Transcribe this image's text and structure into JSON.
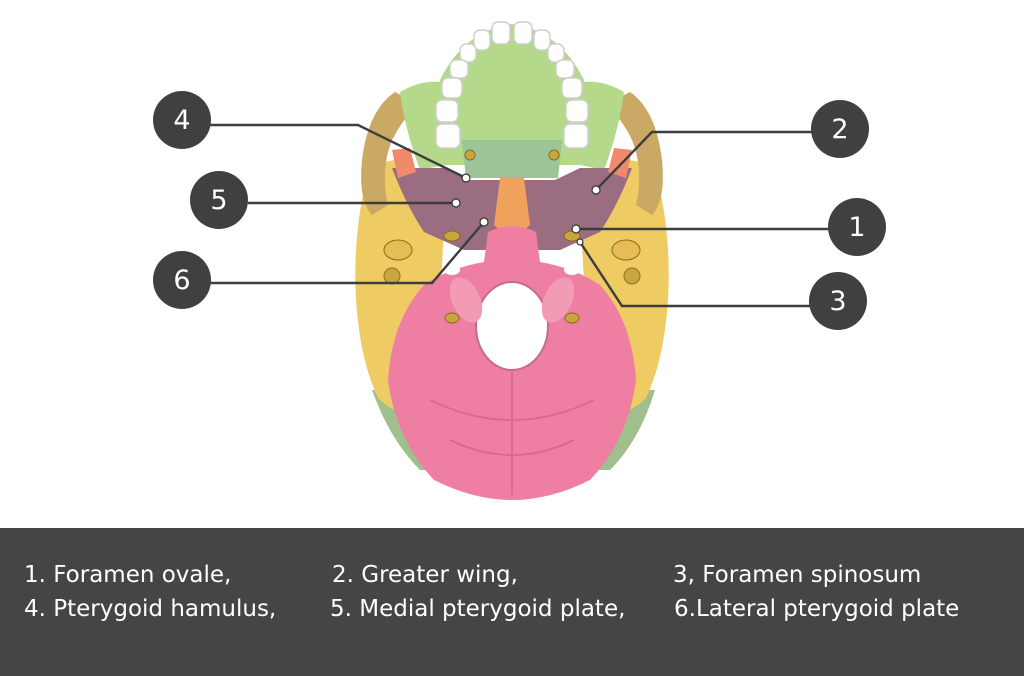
{
  "callouts": {
    "c1": "1",
    "c2": "2",
    "c3": "3",
    "c4": "4",
    "c5": "5",
    "c6": "6"
  },
  "legend": {
    "row1": [
      "1. Foramen ovale,",
      "2. Greater wing,",
      "3, Foramen spinosum"
    ],
    "row2": [
      "4. Pterygoid hamulus,",
      "5. Medial pterygoid plate,",
      "6.Lateral pterygoid plate"
    ]
  },
  "colors": {
    "maxilla": "#b5d98b",
    "palatine": "#9cc496",
    "sphenoid": "#9a6e80",
    "temporal": "#efcb64",
    "occipital": "#ee7fa2",
    "zygomatic": "#c9a963",
    "vomer": "#f0a25c",
    "parietal": "#9fbf8d",
    "teeth": "#ffffff",
    "callout_bg": "#404040",
    "legend_bg": "#454545"
  }
}
